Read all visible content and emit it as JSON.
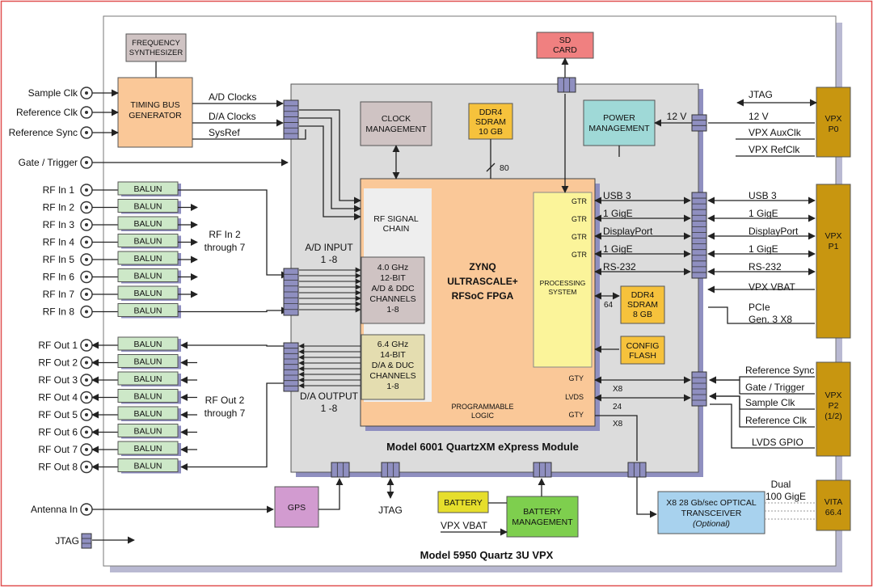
{
  "board": {
    "title": "Model 5950 Quartz 3U VPX"
  },
  "module": {
    "title": "Model 6001 QuartzXM eXpress Module"
  },
  "blocks": {
    "freq_synth": [
      "FREQUENCY",
      "SYNTHESIZER"
    ],
    "timing_bus": [
      "TIMING BUS",
      "GENERATOR"
    ],
    "clock_mgmt": [
      "CLOCK",
      "MANAGEMENT"
    ],
    "ddr4_10gb": [
      "DDR4",
      "SDRAM",
      "10 GB"
    ],
    "sd_card": [
      "SD",
      "CARD"
    ],
    "power_mgmt": [
      "POWER",
      "MANAGEMENT"
    ],
    "rf_chain": [
      "RF SIGNAL",
      "CHAIN"
    ],
    "adc": [
      "4.0 GHz",
      "12-BIT",
      "A/D & DDC",
      "CHANNELS",
      "1-8"
    ],
    "dac": [
      "6.4 GHz",
      "14-BIT",
      "D/A & DUC",
      "CHANNELS",
      "1-8"
    ],
    "zynq": [
      "ZYNQ",
      "ULTRASCALE+",
      "RFSoC FPGA"
    ],
    "proc_sys": [
      "PROCESSING",
      "SYSTEM"
    ],
    "prog_logic": [
      "PROGRAMMABLE",
      "LOGIC"
    ],
    "ddr4_8gb": [
      "DDR4",
      "SDRAM",
      "8 GB"
    ],
    "config_flash": [
      "CONFIG",
      "FLASH"
    ],
    "gps": [
      "GPS"
    ],
    "battery": [
      "BATTERY"
    ],
    "battery_mgmt": [
      "BATTERY",
      "MANAGEMENT"
    ],
    "optical": [
      "X8 28 Gb/sec OPTICAL",
      "TRANSCEIVER",
      "(Optional)"
    ],
    "vpx_p0": [
      "VPX",
      "P0"
    ],
    "vpx_p1": [
      "VPX",
      "P1"
    ],
    "vpx_p2": [
      "VPX",
      "P2",
      "(1/2)"
    ],
    "vita": [
      "VITA",
      "66.4"
    ]
  },
  "balun_label": "BALUN",
  "left_inputs": [
    "Sample Clk",
    "Reference Clk",
    "Reference Sync",
    "Gate / Trigger"
  ],
  "rf_in": [
    "RF In 1",
    "RF In 2",
    "RF In 3",
    "RF In 4",
    "RF In 5",
    "RF In 6",
    "RF In 7",
    "RF In 8"
  ],
  "rf_out": [
    "RF Out 1",
    "RF Out 2",
    "RF Out 3",
    "RF Out 4",
    "RF Out 5",
    "RF Out 6",
    "RF Out 7",
    "RF Out 8"
  ],
  "rf_in_note": [
    "RF In 2",
    "through 7"
  ],
  "rf_out_note": [
    "RF Out 2",
    "through 7"
  ],
  "ad_input": [
    "A/D INPUT",
    "1 -8"
  ],
  "da_output": [
    "D/A OUTPUT",
    "1 -8"
  ],
  "clock_lines": [
    "A/D Clocks",
    "D/A Clocks",
    "SysRef"
  ],
  "gtr_ports": [
    "GTR",
    "GTR",
    "GTR",
    "GTR"
  ],
  "gtr_signals": [
    "USB 3",
    "1 GigE",
    "DisplayPort",
    "1 GigE",
    "RS-232"
  ],
  "gty_ports": [
    "GTY",
    "LVDS",
    "GTY"
  ],
  "bus_widths": {
    "ddr10": "80",
    "ddr8": "64",
    "x8a": "X8",
    "lvds": "24",
    "x8b": "X8"
  },
  "power": {
    "v12": "12 V"
  },
  "p0_signals": [
    "JTAG",
    "12 V",
    "VPX AuxClk",
    "VPX RefClk"
  ],
  "p1_signals": [
    "USB 3",
    "1 GigE",
    "DisplayPort",
    "1 GigE",
    "RS-232",
    "VPX VBAT",
    "PCIe",
    "Gen. 3 X8"
  ],
  "p2_signals": [
    "Reference Sync",
    "Gate / Trigger",
    "Sample Clk",
    "Reference Clk",
    "LVDS GPIO"
  ],
  "bottom": {
    "antenna": "Antenna In",
    "jtag_mid": "JTAG",
    "jtag_left": "JTAG",
    "vpx_vbat": "VPX VBAT",
    "dual": [
      "Dual",
      "100 GigE"
    ]
  }
}
